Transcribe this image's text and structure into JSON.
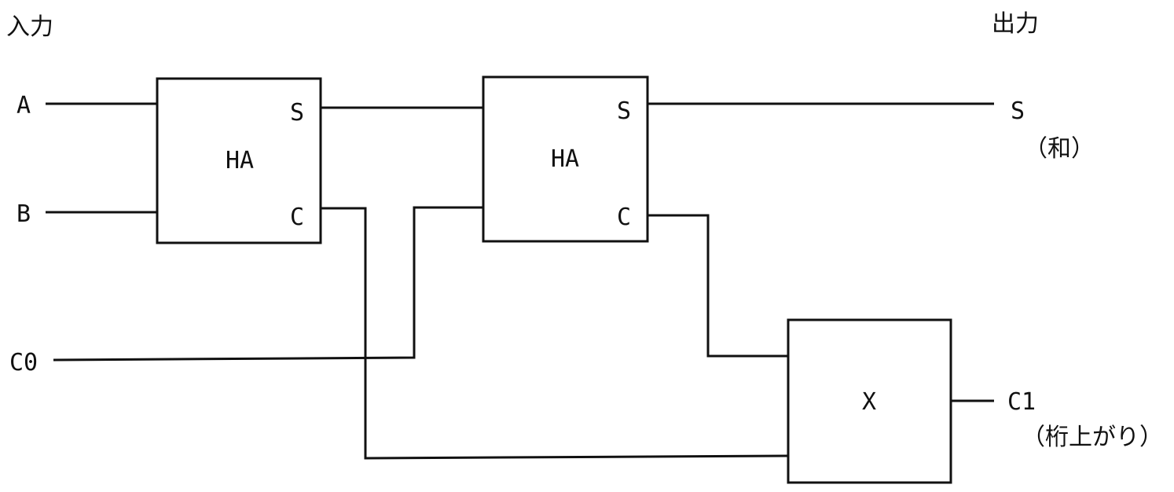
{
  "header": {
    "input_label": "入力",
    "output_label": "出力"
  },
  "inputs": {
    "a": "A",
    "b": "B",
    "c0": "C0"
  },
  "blocks": {
    "ha1": {
      "name": "HA",
      "port_s": "S",
      "port_c": "C"
    },
    "ha2": {
      "name": "HA",
      "port_s": "S",
      "port_c": "C"
    },
    "x": {
      "name": "X"
    }
  },
  "outputs": {
    "s": {
      "label": "S",
      "note": "（和）"
    },
    "c1": {
      "label": "C1",
      "note": "（桁上がり）"
    }
  }
}
